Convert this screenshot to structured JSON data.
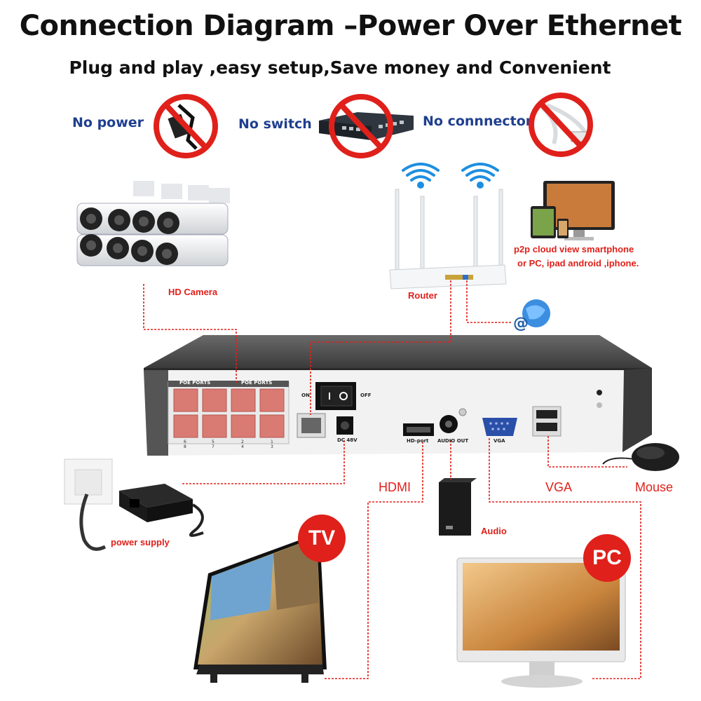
{
  "header": {
    "title": "Connection Diagram –Power Over Ethernet",
    "subtitle": "Plug and play ,easy setup,Save money and Convenient"
  },
  "no_items": [
    {
      "label": "No power",
      "icon": "power-adapter-icon"
    },
    {
      "label": "No switch",
      "icon": "network-switch-icon"
    },
    {
      "label": "No connnector",
      "icon": "cable-connector-icon"
    }
  ],
  "devices": {
    "camera": "HD Camera",
    "router": "Router",
    "cloud_line1": "p2p cloud  view smartphone",
    "cloud_line2": "or PC, ipad android ,iphone.",
    "power": "power supply",
    "hdmi": "HDMI",
    "audio": "Audio",
    "vga": "VGA",
    "mouse": "Mouse",
    "tv": "TV",
    "pc": "PC"
  },
  "nvr": {
    "poe_ports_label": "POE PORTS",
    "on_label": "ON",
    "off_label": "OFF",
    "dc_label": "DC 48V",
    "hdmi_port": "HD-port",
    "audio_out": "AUDIO OUT",
    "vga_port": "VGA",
    "port_numbers_top": [
      "6",
      "5",
      "2",
      "1"
    ],
    "port_numbers_bottom": [
      "8",
      "7",
      "4",
      "3"
    ]
  },
  "colors": {
    "accent_red": "#e0201a",
    "label_blue": "#1f3f8f",
    "nvr_body": "#4a4a4a",
    "nvr_panel": "#f2f2f2",
    "poe_port": "#d97a73"
  }
}
